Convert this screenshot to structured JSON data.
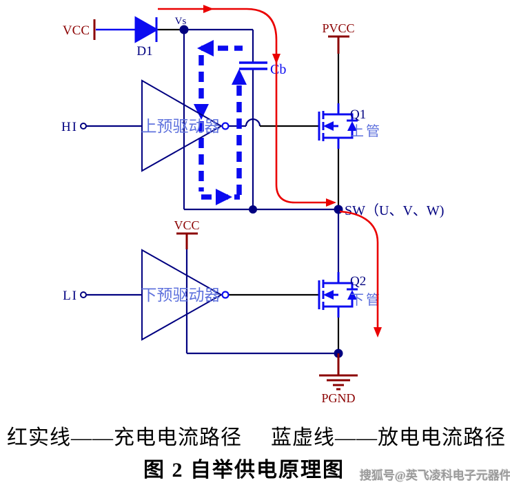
{
  "diagram": {
    "labels": {
      "vcc_top": "VCC",
      "d1": "D1",
      "vs": "Vs",
      "cb": "Cb",
      "pvcc": "PVCC",
      "hi": "HI",
      "upper_driver": "上预驱动器",
      "q1": "Q1",
      "q1_role": "上管",
      "sw": "SW（U、V、W)",
      "vcc_lower": "VCC",
      "li": "LI",
      "lower_driver": "下预驱动器",
      "q2": "Q2",
      "q2_role": "下管",
      "pgnd": "PGND"
    },
    "colors": {
      "wire_navy": "#000080",
      "component_blue": "#0b0bf0",
      "discharge_dash_blue": "#0b0bf0",
      "label_light_blue": "#5f72dd",
      "supply_dark_red": "#8b0000",
      "charge_path_red": "#ea0000",
      "wire_black": "#000000"
    }
  },
  "legend": {
    "red_solid": "红实线——充电电流路径",
    "blue_dashed": "蓝虚线——放电电流路径"
  },
  "caption": "图 2 自举供电原理图",
  "watermark": "搜狐号@英飞凌科电子元器件"
}
